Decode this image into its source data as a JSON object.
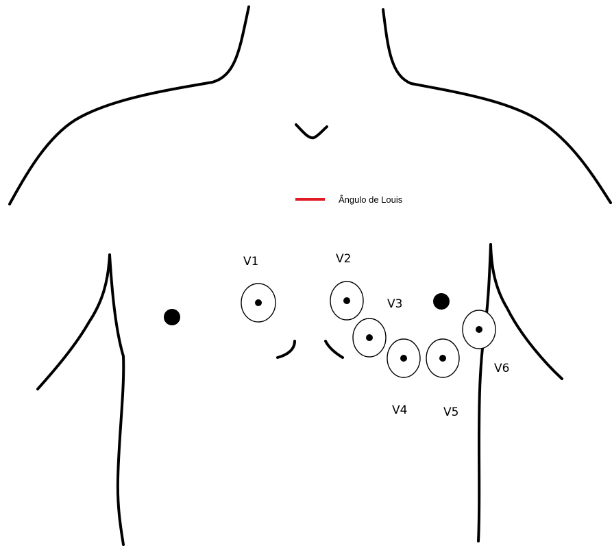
{
  "legend": {
    "label": "Ângulo de Louis",
    "color": "#e01b24"
  },
  "electrodes": [
    {
      "label": "V1"
    },
    {
      "label": "V2"
    },
    {
      "label": "V3"
    },
    {
      "label": "V4"
    },
    {
      "label": "V5"
    },
    {
      "label": "V6"
    }
  ],
  "colors": {
    "outline": "#000000",
    "background": "#ffffff"
  }
}
